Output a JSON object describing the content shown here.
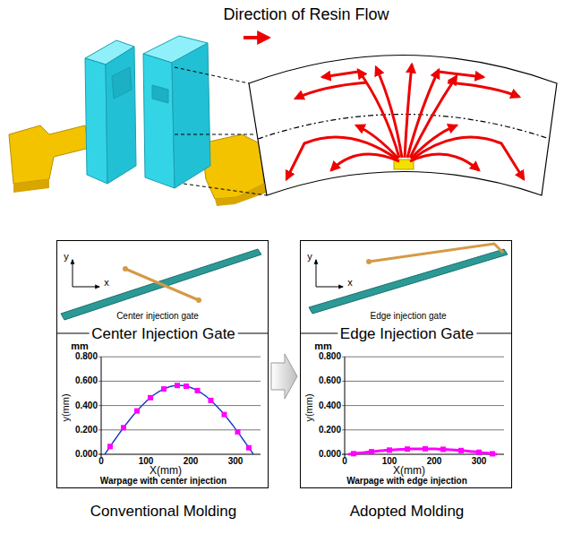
{
  "diagram": {
    "nodes": [
      {
        "text": [
          "Center injection gate",
          "Center Injection Gate",
          "Warpage with center injection",
          "Conventional Molding"
        ]
      },
      {
        "text": [
          "Edge injection gate",
          "Edge Injection Gate",
          "Warpage with edge injection",
          "Adopted Molding"
        ]
      }
    ],
    "edges": [
      {
        "from": 0,
        "to": 1,
        "arrow": "to"
      }
    ],
    "labels": [
      "y",
      "x",
      "mm",
      "0.800",
      "0.600",
      "0.400",
      "0.200",
      "0.000",
      "y(mm)",
      "0",
      "100",
      "200",
      "300",
      "X(mm)",
      "y",
      "x",
      "mm",
      "0.800",
      "0.600",
      "0.400",
      "0.200",
      "0.000",
      "y(mm)",
      "0",
      "100",
      "200",
      "300",
      "X(mm)"
    ],
    "legend": [
      {
        "text": "Direction of Resin Flow"
      }
    ]
  }
}
